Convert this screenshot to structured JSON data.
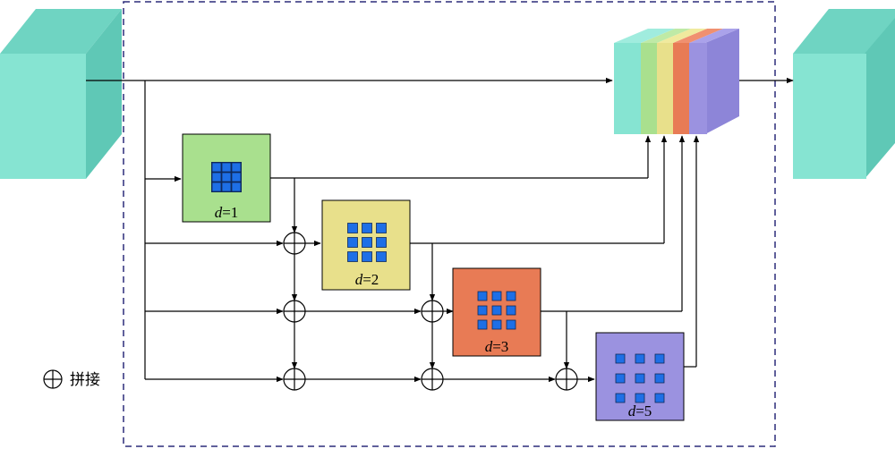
{
  "blocks": [
    {
      "id": "d1",
      "label_var": "d",
      "label_value": "=1",
      "fill": "#a9e08e",
      "dilation": 1
    },
    {
      "id": "d2",
      "label_var": "d",
      "label_value": "=2",
      "fill": "#e8e08b",
      "dilation": 2
    },
    {
      "id": "d3",
      "label_var": "d",
      "label_value": "=3",
      "fill": "#e87b55",
      "dilation": 3
    },
    {
      "id": "d5",
      "label_var": "d",
      "label_value": "=5",
      "fill": "#9b92e0",
      "dilation": 5
    }
  ],
  "legend": {
    "symbol": "⊕",
    "text": "拼接"
  },
  "colors": {
    "input_cube": "#86e4d2",
    "kernel_cell": "#1e6fe6",
    "kernel_border": "#102a5a",
    "dashed_border": "#2c2c7a",
    "stack": [
      "#86e4d2",
      "#a9e08e",
      "#e8e08b",
      "#e87b55",
      "#9b92e0"
    ]
  }
}
